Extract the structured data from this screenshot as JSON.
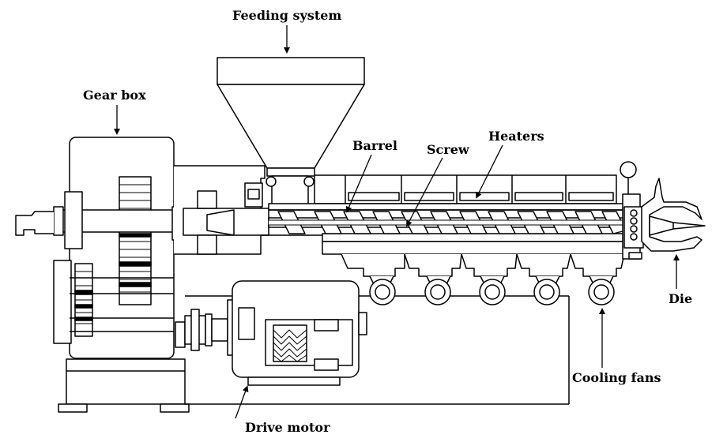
{
  "labels": {
    "feeding_system": "Feeding system",
    "gear_box": "Gear box",
    "barrel": "Barrel",
    "screw": "Screw",
    "heaters": "Heaters",
    "die": "Die",
    "cooling_fans": "Cooling fans",
    "drive_motor": "Drive motor"
  }
}
